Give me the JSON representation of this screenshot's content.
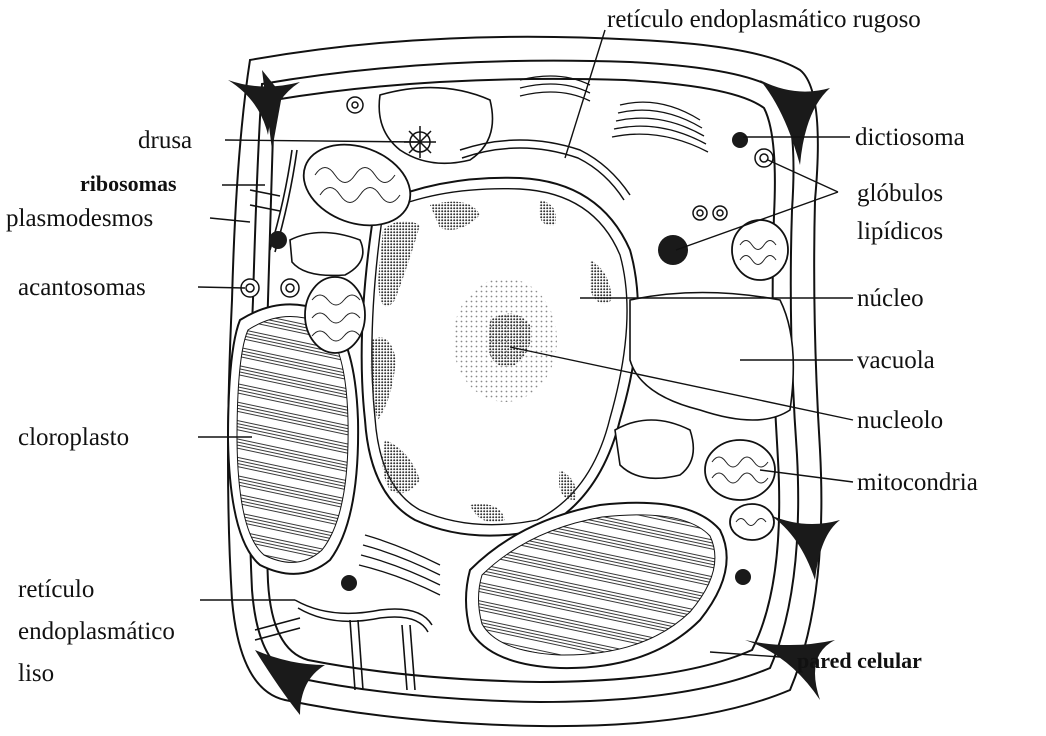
{
  "labels": {
    "rer": "retículo endoplasmático rugoso",
    "drusa": "drusa",
    "ribosomas": "ribosomas",
    "plasmodesmos": "plasmodesmos",
    "acantosomas": "acantosomas",
    "cloroplasto": "cloroplasto",
    "rel_1": "retículo",
    "rel_2": "endoplasmático",
    "rel_3": "liso",
    "dictiosoma": "dictiosoma",
    "globulos_1": "glóbulos",
    "globulos_2": "lipídicos",
    "nucleo": "núcleo",
    "vacuola": "vacuola",
    "nucleolo": "nucleolo",
    "mitocondria": "mitocondria",
    "pared": "pared celular"
  },
  "colors": {
    "ink": "#111111",
    "wall_corner": "#1a1a1a",
    "stipple": "#9a9a9a",
    "background": "#ffffff"
  }
}
